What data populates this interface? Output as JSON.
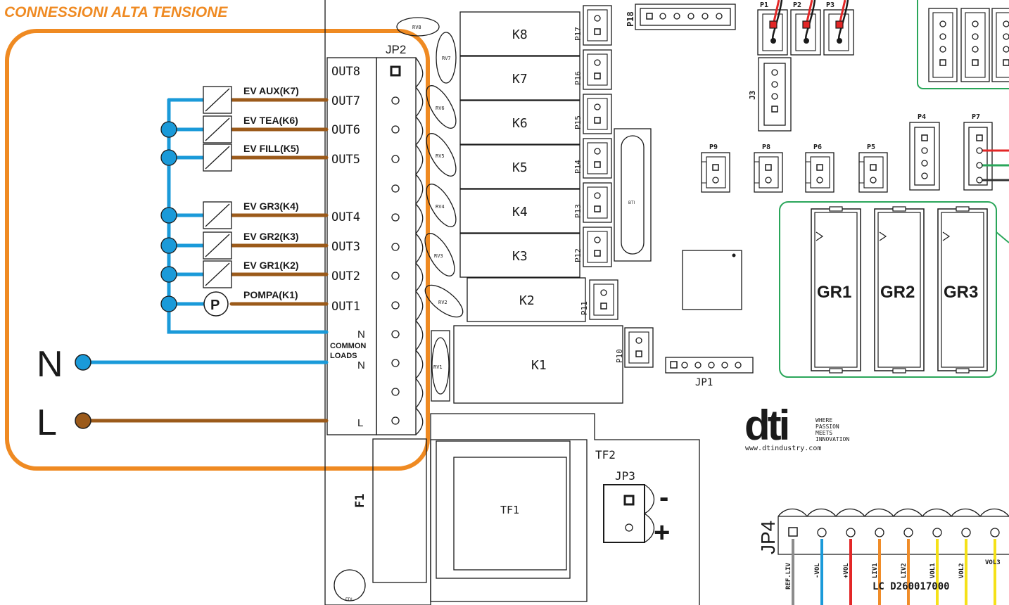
{
  "header": {
    "title": "CONNESSIONI ALTA TENSIONE"
  },
  "mains": {
    "neutral_label": "N",
    "line_label": "L"
  },
  "loads": [
    {
      "name": "EV AUX(K7)",
      "symbol": ""
    },
    {
      "name": "EV TEA(K6)",
      "symbol": ""
    },
    {
      "name": "EV FILL(K5)",
      "symbol": ""
    },
    {
      "name": "EV GR3(K4)",
      "symbol": ""
    },
    {
      "name": "EV GR2(K3)",
      "symbol": ""
    },
    {
      "name": "EV GR1(K2)",
      "symbol": ""
    },
    {
      "name": "POMPA(K1)",
      "symbol": "P"
    }
  ],
  "terminal_block": {
    "name": "JP2",
    "outputs": [
      "OUT8",
      "OUT7",
      "OUT6",
      "OUT5",
      "OUT4",
      "OUT3",
      "OUT2",
      "OUT1"
    ],
    "n_top": "N",
    "common_1": "COMMON",
    "common_2": "LOADS",
    "n_bottom": "N",
    "l_label": "L"
  },
  "relays": [
    "K8",
    "K7",
    "K6",
    "K5",
    "K4",
    "K3",
    "K2",
    "K1"
  ],
  "varistors": [
    "RV8",
    "RV7",
    "RV6",
    "RV5",
    "RV4",
    "RV3",
    "RV2",
    "RV1"
  ],
  "relay_connectors": [
    "P17",
    "P16",
    "P15",
    "P14",
    "P13",
    "P12",
    "P11",
    "P10"
  ],
  "connectors": {
    "p18": "P18",
    "p1": "P1",
    "p2": "P2",
    "p3": "P3",
    "j3": "J3",
    "p4": "P4",
    "p7": "P7",
    "p9": "P9",
    "p8": "P8",
    "p6": "P6",
    "p5": "P5",
    "jp1": "JP1",
    "jp3": "JP3",
    "jp4": "JP4"
  },
  "components": {
    "bti": "BTI",
    "tf1": "TF1",
    "tf2": "TF2",
    "f1": "F1",
    "fdi": "FDI",
    "jp3_minus": "-",
    "jp3_plus": "+"
  },
  "groups": [
    "GR1",
    "GR2",
    "GR3"
  ],
  "logo": {
    "brand": "dti",
    "tag1": "WHERE",
    "tag2": "PASSION",
    "tag3": "MEETS",
    "tag4": "INNOVATION",
    "url": "www.dtindustry.com"
  },
  "jp4_pins": [
    "REF.LIV",
    "-VOL",
    "+VOL",
    "LIV1",
    "LIV2",
    "VOL1",
    "VOL2",
    "VOL3"
  ],
  "board_code": "LC D260017000",
  "colors": {
    "highlight": "#ef8a22",
    "neutral_wire": "#1a9ad9",
    "line_wire": "#9b5a1a",
    "green_frame": "#2aa65a",
    "red": "#e32626",
    "yellow": "#f5e118",
    "orange": "#f08c28",
    "gray": "#8c8c8c"
  }
}
